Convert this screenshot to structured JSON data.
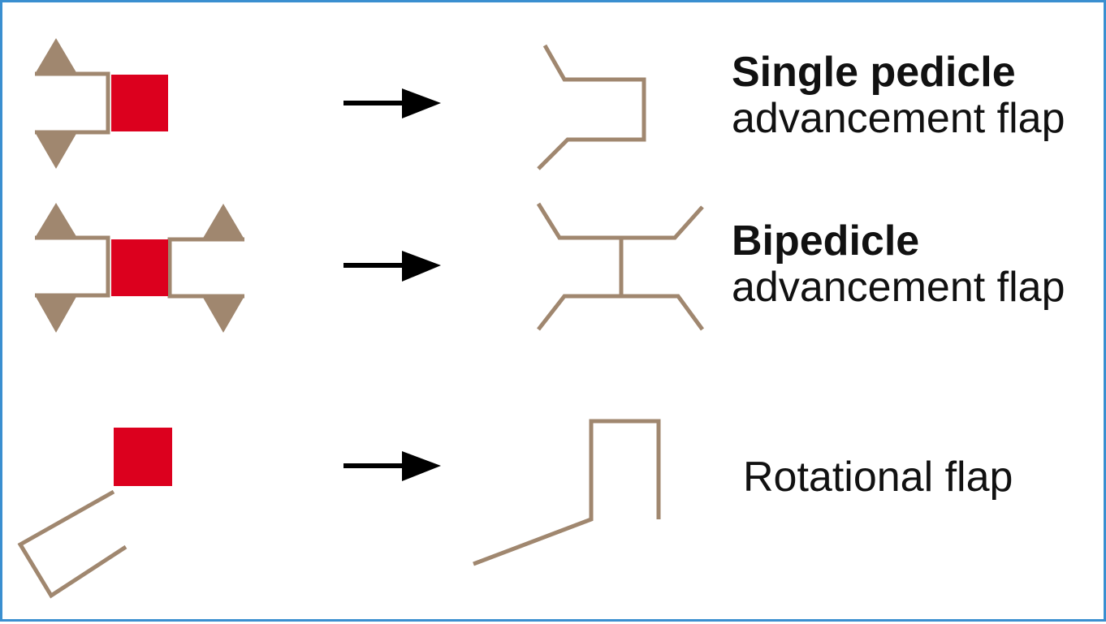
{
  "colors": {
    "flap_line": "#a0876f",
    "defect": "#dc001e",
    "arrow": "#000000",
    "border": "#3a8fd0"
  },
  "rows": [
    {
      "title": "Single pedicle",
      "subtitle": "advancement flap"
    },
    {
      "title": "Bipedicle",
      "subtitle": "advancement flap"
    },
    {
      "title": "",
      "subtitle": "Rotational flap"
    }
  ]
}
